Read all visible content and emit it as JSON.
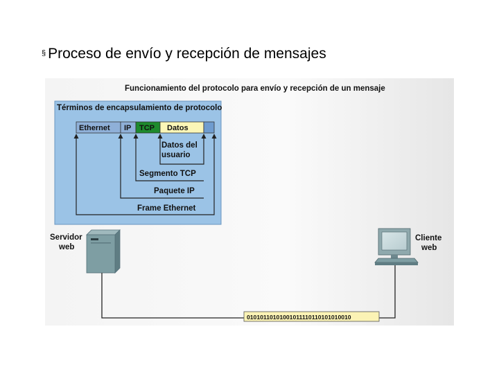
{
  "slide": {
    "bullet": "§",
    "title": "Proceso de envío y recepción de mensajes"
  },
  "diagram": {
    "title": "Funcionamiento del protocolo para envío y recepción de un mensaje",
    "panel_title": "Términos de encapsulamiento de protocolo",
    "header_cells": {
      "ethernet": "Ethernet",
      "ip": "IP",
      "tcp": "TCP",
      "datos": "Datos"
    },
    "labels": {
      "user_data_line1": "Datos del",
      "user_data_line2": "usuario",
      "tcp_segment": "Segmento TCP",
      "ip_packet": "Paquete IP",
      "ethernet_frame": "Frame Ethernet"
    },
    "server_label_line1": "Servidor",
    "server_label_line2": "web",
    "client_label_line1": "Cliente",
    "client_label_line2": "web",
    "binary_stream": "01010110101001011110110101010010"
  },
  "colors": {
    "panel_bg": "#9bc3e6",
    "ethernet_cell": "#8fb0d8",
    "tcp_cell": "#1d8a2d",
    "datos_cell": "#fbf6b7",
    "binary_box": "#fbf3b5",
    "device_gray": "#7e9ea3"
  }
}
